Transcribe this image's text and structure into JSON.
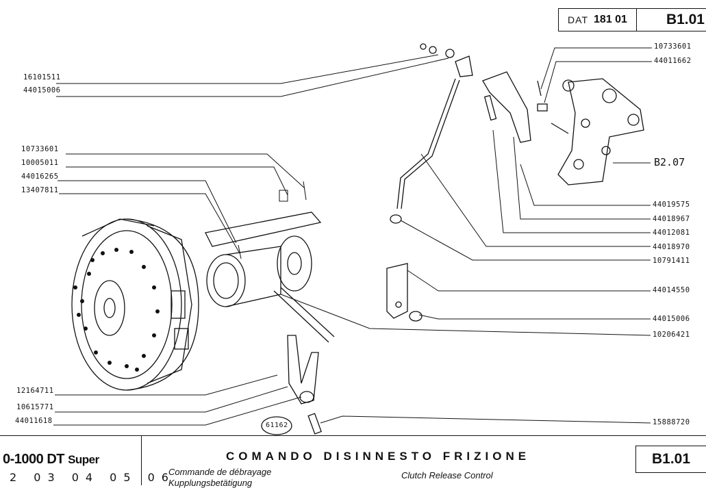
{
  "header": {
    "dat_label": "DAT",
    "dat_number": "181 01",
    "page_code": "B1.01"
  },
  "part_numbers": {
    "left": [
      "16101511",
      "44015006",
      "10733601",
      "10005011",
      "44016265",
      "13407811",
      "12164711",
      "10615771",
      "44011618"
    ],
    "right": [
      "10733601",
      "44011662",
      "44019575",
      "44018967",
      "44012081",
      "44018970",
      "10791411",
      "44014550",
      "44015006",
      "10206421",
      "15888720"
    ]
  },
  "ref_label": "B2.07",
  "drawing_number": "61162",
  "footer": {
    "model": "0-1000 DT",
    "model_suffix": "Super",
    "years": "2 03 04 05 06",
    "title_it": "COMANDO DISINNESTO FRIZIONE",
    "title_fr": "Commande de débrayage",
    "title_de": "Kupplungsbetätigung",
    "title_en": "Clutch Release Control",
    "page_code": "B1.01"
  }
}
